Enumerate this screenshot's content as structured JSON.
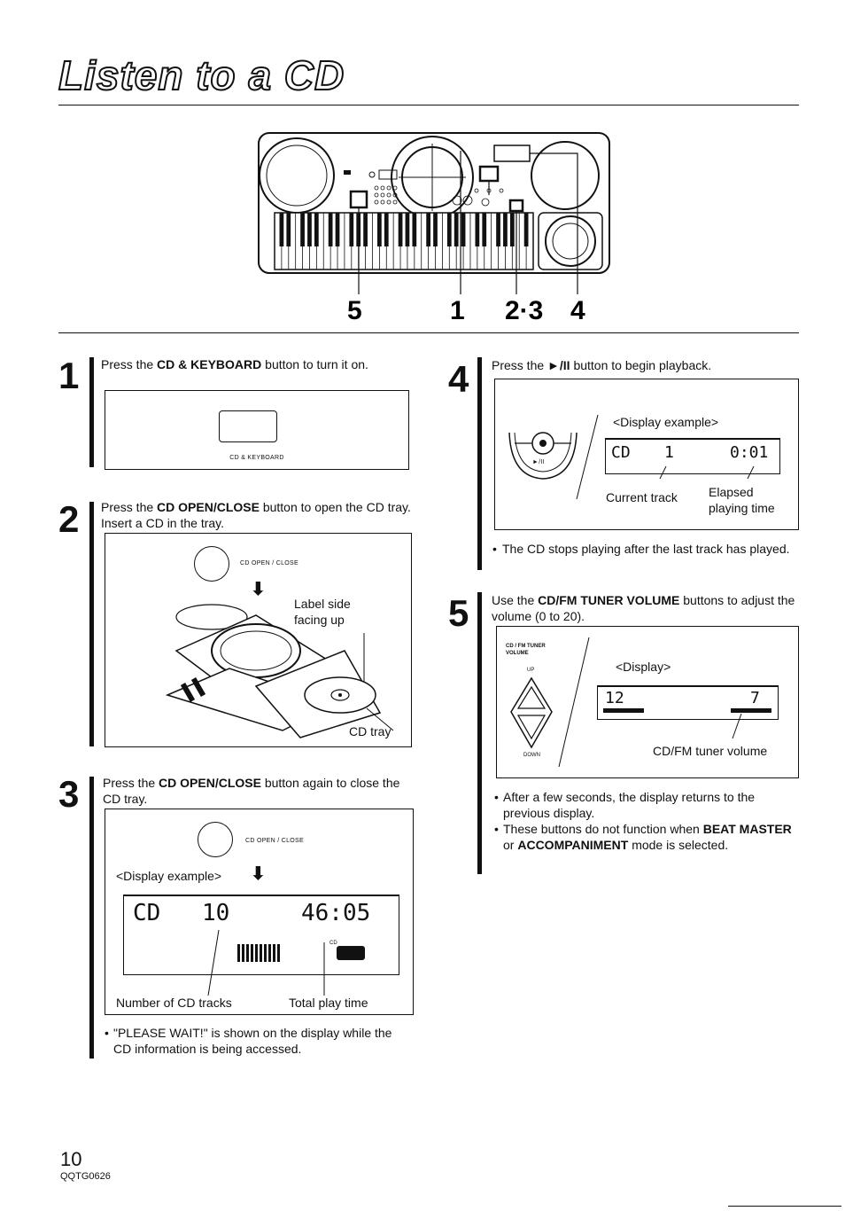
{
  "title": "Listen to a CD",
  "diagram_callouts": [
    "5",
    "1",
    "2·3",
    "4"
  ],
  "steps": {
    "s1": {
      "num": "1",
      "pre": "Press the ",
      "bold": "CD & KEYBOARD",
      "post": " button to turn it on.",
      "button_label": "CD & KEYBOARD"
    },
    "s2": {
      "num": "2",
      "pre": "Press the ",
      "bold": "CD OPEN/CLOSE",
      "post": " button to open the CD tray. Insert a CD in the tray.",
      "button_label": "CD OPEN / CLOSE",
      "label_side": "Label side facing up",
      "cd_tray": "CD tray"
    },
    "s3": {
      "num": "3",
      "pre": "Press the ",
      "bold": "CD OPEN/CLOSE",
      "post": " button again to close the CD tray.",
      "button_label": "CD OPEN / CLOSE",
      "display_example": "<Display example>",
      "lcd_mode": "CD",
      "lcd_tracks": "10",
      "lcd_time": "46:05",
      "lcd_badge": "CD",
      "cap_tracks": "Number of CD tracks",
      "cap_time": "Total play time",
      "note": "\"PLEASE WAIT!\" is shown on the display while the CD information is being accessed."
    },
    "s4": {
      "num": "4",
      "pre": "Press the ",
      "symbol": "►/II",
      "post": " button to begin playback.",
      "btn_symbol": "►/II",
      "display_example": "<Display example>",
      "lcd_mode": "CD",
      "lcd_track": "1",
      "lcd_time": "0:01",
      "cap_track": "Current track",
      "cap_time": "Elapsed playing time",
      "note": "The CD stops playing after the last track has played."
    },
    "s5": {
      "num": "5",
      "pre": "Use the ",
      "bold": "CD/FM TUNER VOLUME",
      "post": " buttons to adjust the volume (0 to 20).",
      "vol_label": "CD / FM TUNER VOLUME",
      "up": "UP",
      "down": "DOWN",
      "display": "<Display>",
      "lcd_left": "12",
      "lcd_right": "7",
      "cap_volume": "CD/FM tuner volume",
      "notes": [
        {
          "text": "After a few seconds, the display returns to the previous display."
        },
        {
          "pre": "These buttons do not function when ",
          "b1": "BEAT MASTER",
          "mid": " or ",
          "b2": "ACCOMPANIMENT",
          "post": " mode is selected."
        }
      ]
    }
  },
  "footer": {
    "page": "10",
    "code": "QQTG0626"
  }
}
